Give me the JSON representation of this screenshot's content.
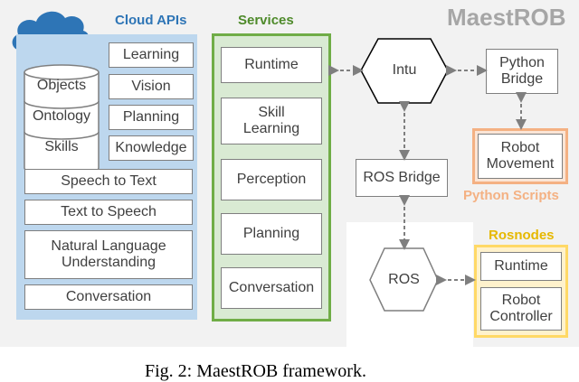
{
  "framework": {
    "title": "MaestROB"
  },
  "cloud_apis": {
    "title": "Cloud APIs",
    "db_items": [
      "Objects",
      "Ontology",
      "Skills"
    ],
    "right_items": [
      "Learning",
      "Vision",
      "Planning",
      "Knowledge"
    ],
    "wide_items": [
      "Speech to Text",
      "Text to Speech",
      "Natural Language\nUnderstanding",
      "Conversation"
    ]
  },
  "services": {
    "title": "Services",
    "items": [
      "Runtime",
      "Skill\nLearning",
      "Perception",
      "Planning",
      "Conversation"
    ]
  },
  "intu": {
    "label": "Intu"
  },
  "python_bridge": {
    "label": "Python\nBridge"
  },
  "python_scripts": {
    "title": "Python Scripts",
    "item": "Robot\nMovement"
  },
  "ros_bridge": {
    "label": "ROS Bridge"
  },
  "ros": {
    "label": "ROS"
  },
  "rosnodes": {
    "title": "Rosnodes",
    "items": [
      "Runtime",
      "Robot\nController"
    ]
  },
  "colors": {
    "cloud_blue": "#2e75b6",
    "cloud_panel": "#bdd7ee",
    "services_green": "#70ad47",
    "services_panel": "#d9ead3",
    "python_orange": "#f4b183",
    "rosnodes_yellow": "#ffd966",
    "gray_text": "#a6a6a6"
  },
  "caption": "Fig. 2: MaestROB framework."
}
